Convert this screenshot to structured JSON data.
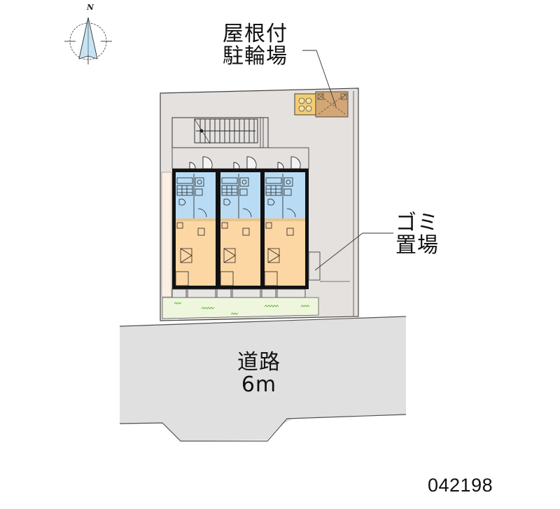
{
  "map": {
    "type": "site-layout-plan",
    "compass": {
      "icon": "north-arrow-icon",
      "label": "N"
    },
    "labels": {
      "bicycle_parking": [
        "屋根付",
        "駐輪場"
      ],
      "garbage": [
        "ゴミ",
        "置場"
      ],
      "road": [
        "道路",
        "6m"
      ]
    },
    "units": [
      {
        "id": "unit-1",
        "wet_area": "bathroom-kitchen",
        "room": "main-room"
      },
      {
        "id": "unit-2",
        "wet_area": "bathroom-kitchen",
        "room": "main-room"
      },
      {
        "id": "unit-3",
        "wet_area": "bathroom-kitchen",
        "room": "main-room"
      }
    ],
    "property_code": "042198"
  },
  "colors": {
    "site": "#e4e1df",
    "road": "#e0e0e0",
    "wet_area": "#b9dcf4",
    "room": "#fcd7a4",
    "garden": "#eef7de",
    "bike_shed": "#d3a676",
    "bike_rack": "#f3cd72",
    "wall": "#111111",
    "grass": "#74b53c"
  }
}
